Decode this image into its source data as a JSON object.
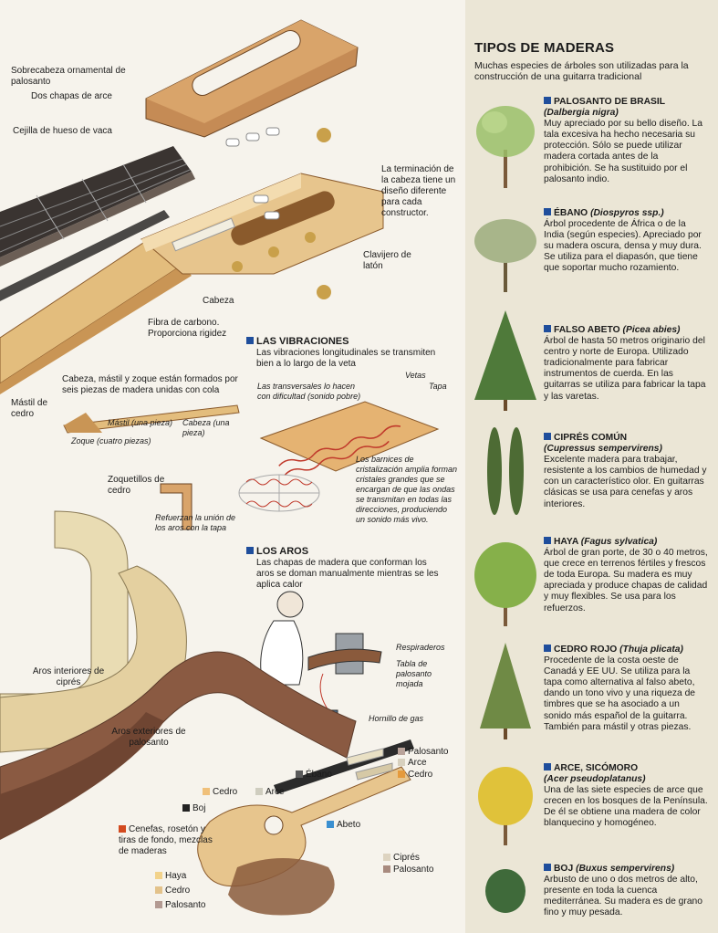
{
  "colors": {
    "accent": "#1f4e9c",
    "wood_light": "#e8c98b",
    "wood_mid": "#d7a866",
    "wood_dark": "#8a5a3c",
    "rosewood": "#7a4a3a",
    "ebony": "#2b2b2b",
    "cypress": "#c9bfae",
    "spruce": "#f0e2b8"
  },
  "guitar_labels": {
    "sobrecabeza": "Sobrecabeza ornamental de palosanto",
    "chapas": "Dos chapas de arce",
    "cejilla": "Cejilla de hueso de vaca",
    "terminacion": "La terminación de la cabeza tiene un diseño diferente para cada constructor.",
    "clavijero": "Clavijero de latón",
    "cabeza": "Cabeza",
    "fibra": "Fibra de carbono. Proporciona rigidez",
    "cabeza_mastil": "Cabeza, mástil y zoque están formados por seis piezas de madera unidas con cola",
    "mastil": "Mástil de cedro",
    "mastil_pieza": "Mástil (una pieza)",
    "cabeza_pieza": "Cabeza (una pieza)",
    "zoque": "Zoque (cuatro piezas)",
    "zoquetillos": "Zoquetillos de cedro",
    "refuerzan": "Refuerzan la unión de los aros con la tapa",
    "aros_interiores": "Aros interiores de ciprés",
    "aros_exteriores": "Aros exteriores de palosanto"
  },
  "vibraciones": {
    "title": "LAS VIBRACIONES",
    "text": "Las vibraciones longitudinales se transmiten bien a lo largo de la veta",
    "transversales": "Las transversales lo hacen con dificultad (sonido pobre)",
    "vetas": "Vetas",
    "tapa": "Tapa",
    "barnices": "Los barnices de cristalización amplia forman cristales grandes que se encargan de que las ondas se transmitan en todas las direcciones, produciendo un sonido más vivo."
  },
  "aros": {
    "title": "LOS AROS",
    "text": "Las chapas de madera que conforman los aros se doman manualmente mientras se les aplica calor",
    "respiraderos": "Respiraderos",
    "tabla": "Tabla de palosanto mojada",
    "hornillo": "Hornillo de gas"
  },
  "legend": {
    "palosanto_top": "Palosanto",
    "arce_top": "Arce",
    "cedro_top": "Cedro",
    "ebano": "Ébano",
    "cedro": "Cedro",
    "arce": "Arce",
    "boj": "Boj",
    "abeto": "Abeto",
    "cenefas": "Cenefas, rosetón y tiras de fondo, mezclas de maderas",
    "cipres": "Ciprés",
    "palosanto_right": "Palosanto",
    "haya": "Haya",
    "cedro_bottom": "Cedro",
    "palosanto_bottom": "Palosanto"
  },
  "tipos": {
    "title": "TIPOS DE MADERAS",
    "subtitle": "Muchas especies de árboles son utilizadas para la construcción de una guitarra tradicional",
    "items": [
      {
        "name": "PALOSANTO DE BRASIL",
        "sci": "(Dalbergia nigra)",
        "text": "Muy apreciado por su bello diseño. La tala excesiva ha hecho necesaria su protección. Sólo se puede utilizar madera cortada antes de la prohibición. Se ha sustituido por el palosanto indio.",
        "tree": "broadleaf-tree-icon",
        "color": "#9bbf6a"
      },
      {
        "name": "ÉBANO",
        "sci": "(Diospyros ssp.)",
        "text": "Árbol procedente de África o de la India (según especies). Apreciado por su madera oscura, densa y muy dura. Se utiliza para el diapasón, que tiene que soportar mucho rozamiento.",
        "tree": "broadleaf-tree-icon",
        "color": "#a8b58a"
      },
      {
        "name": "FALSO ABETO",
        "sci": "(Picea abies)",
        "text": "Árbol de hasta 50 metros originario del centro y norte de Europa. Utilizado tradicionalmente para fabricar instrumentos de cuerda. En las guitarras se utiliza para fabricar la tapa y las varetas.",
        "tree": "conifer-tree-icon",
        "color": "#4f7a3a"
      },
      {
        "name": "CIPRÉS COMÚN",
        "sci": "(Cupressus sempervirens)",
        "text": "Excelente madera para trabajar, resistente a los cambios de humedad y con un característico olor. En guitarras clásicas se usa para cenefas y aros interiores.",
        "tree": "cypress-tree-icon",
        "color": "#4d6b34"
      },
      {
        "name": "HAYA",
        "sci": "(Fagus sylvatica)",
        "text": "Árbol de gran porte, de 30 o 40 metros, que crece en terrenos fértiles y frescos de toda Europa. Su madera es muy apreciada y produce chapas de calidad y muy flexibles. Se usa para los refuerzos.",
        "tree": "broadleaf-tree-icon",
        "color": "#86b04a"
      },
      {
        "name": "CEDRO ROJO",
        "sci": "(Thuja plicata)",
        "text": "Procedente de la costa oeste de Canadá y EE UU. Se utiliza para la tapa como alternativa al falso abeto, dando un tono vivo y una riqueza de timbres que se ha asociado a un sonido más español de la guitarra. También para mástil y otras piezas.",
        "tree": "conifer-tree-icon",
        "color": "#6f8a45"
      },
      {
        "name": "ARCE, SICÓMORO",
        "sci": "(Acer pseudoplatanus)",
        "text": "Una de las siete especies de arce que crecen en los bosques de la Península. De él se obtiene una madera de color blanquecino y homogéneo.",
        "tree": "broadleaf-tree-icon",
        "color": "#e0c23a"
      },
      {
        "name": "BOJ",
        "sci": "(Buxus sempervirens)",
        "text": "Arbusto de uno o dos metros de alto, presente en toda la cuenca mediterránea. Su madera es de grano fino y muy pesada.",
        "tree": "shrub-icon",
        "color": "#3f6a3a"
      }
    ]
  }
}
